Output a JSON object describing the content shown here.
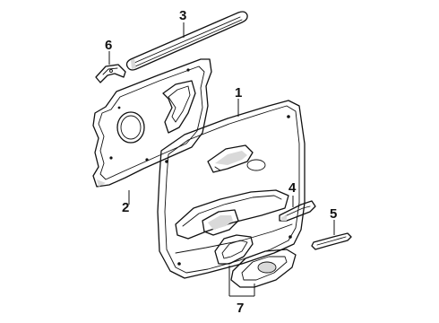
{
  "diagram": {
    "callouts": [
      {
        "id": "1",
        "label": "1"
      },
      {
        "id": "2",
        "label": "2"
      },
      {
        "id": "3",
        "label": "3"
      },
      {
        "id": "4",
        "label": "4"
      },
      {
        "id": "5",
        "label": "5"
      },
      {
        "id": "6",
        "label": "6"
      },
      {
        "id": "7",
        "label": "7"
      }
    ],
    "parts": [
      {
        "callout": "1",
        "icon": "door-trim-panel"
      },
      {
        "callout": "2",
        "icon": "water-deflector-sheet"
      },
      {
        "callout": "3",
        "icon": "belt-weatherstrip"
      },
      {
        "callout": "4",
        "icon": "pull-handle-trim"
      },
      {
        "callout": "5",
        "icon": "armrest-trim-strip"
      },
      {
        "callout": "6",
        "icon": "mounting-bracket"
      },
      {
        "callout": "7",
        "icon": "handle-bezel-pair"
      }
    ],
    "line_color": "#111111",
    "shade_color": "#d9d9d9"
  }
}
